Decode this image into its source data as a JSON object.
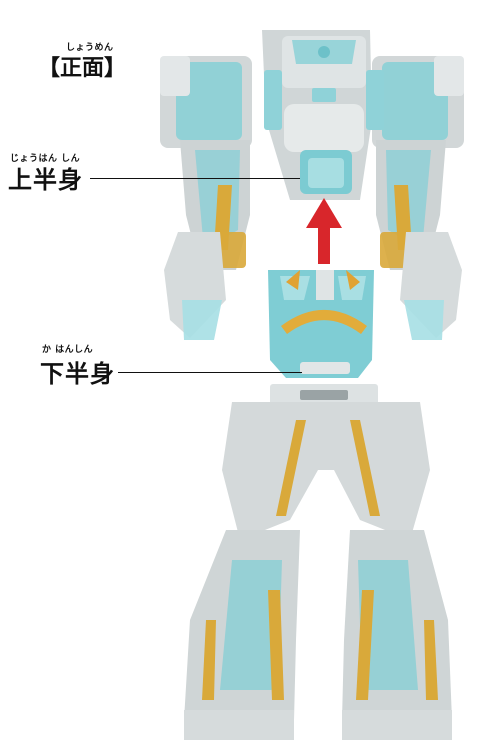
{
  "front_view": {
    "ruby": "しょうめん",
    "label": "【正面】"
  },
  "upper_body": {
    "ruby": "じょうはん しん",
    "label": "上半身"
  },
  "lower_body": {
    "ruby": "か はんしん",
    "label": "下半身"
  },
  "colors": {
    "body_gray": "#d4d9da",
    "translucent_teal": "#7ecfd6",
    "gold_accent": "#d9a93a",
    "arrow_red": "#d8262b"
  }
}
